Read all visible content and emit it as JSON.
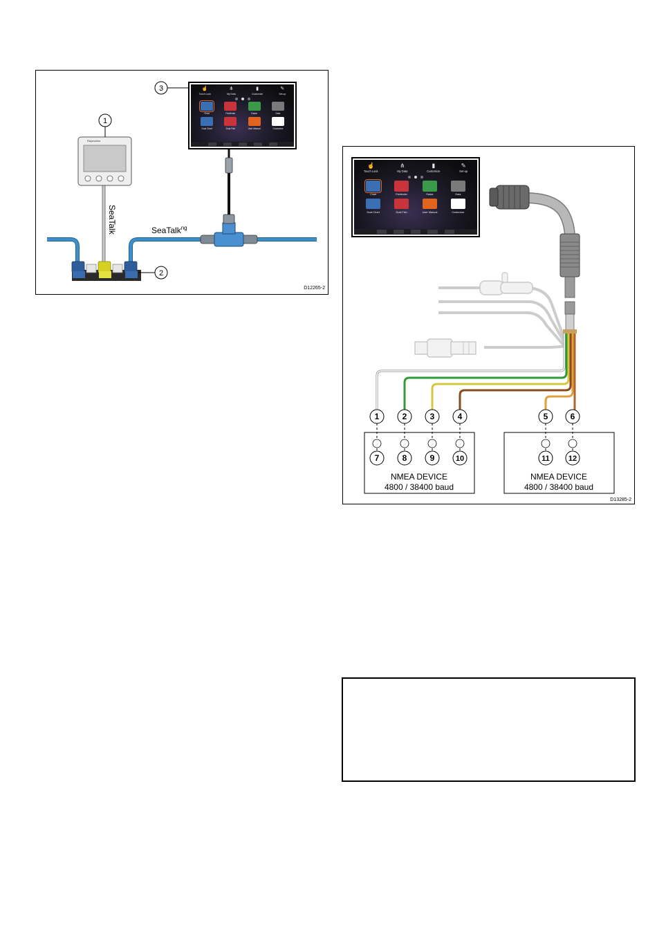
{
  "diagram1": {
    "callouts": [
      "1",
      "2",
      "3"
    ],
    "seatalk_label": "SeaTalk",
    "seatalkng_label": "SeaTalk",
    "seatalkng_sup": "ng",
    "instrument_brand": "Raymarine",
    "ref": "D12265-2"
  },
  "diagram2": {
    "wire_numbers": [
      "1",
      "2",
      "3",
      "4",
      "5",
      "6"
    ],
    "terminal_numbers": [
      "7",
      "8",
      "9",
      "10",
      "11",
      "12"
    ],
    "device1": {
      "title": "NMEA DEVICE",
      "baud": "4800 / 38400 baud"
    },
    "device2": {
      "title": "NMEA DEVICE",
      "baud": "4800 / 38400 baud"
    },
    "ref": "D13285-2",
    "wire_colors": {
      "white": "#d0d0d0",
      "green": "#2f9a3a",
      "yellow": "#d6c640",
      "brown": "#8a4a1e",
      "orange_white": "#e0a040",
      "orange_brown": "#b0652a",
      "grey_cable": "#b8b8b8"
    }
  },
  "display": {
    "top_items": [
      {
        "label": "Touch Lock",
        "icon": "hand-icon"
      },
      {
        "label": "My Data",
        "icon": "network-icon"
      },
      {
        "label": "Customize",
        "icon": "battery-icon"
      },
      {
        "label": "Set-up",
        "icon": "wrench-icon"
      }
    ],
    "apps": [
      {
        "label": "Chart",
        "color": "#3b6fb3",
        "selected": true
      },
      {
        "label": "Fishfinder",
        "color": "#c8343a"
      },
      {
        "label": "Radar",
        "color": "#3a9a4a"
      },
      {
        "label": "Data",
        "color": "#7a7a7a"
      },
      {
        "label": "Dual Chart",
        "color": "#3b6fb3"
      },
      {
        "label": "Dual Fish",
        "color": "#c8343a"
      },
      {
        "label": "User Manual",
        "color": "#e0641e"
      },
      {
        "label": "Customize",
        "color": "#ffffff"
      }
    ]
  },
  "colors": {
    "seatalkng_cable": "#3f8fc8",
    "seatalkng_cable_dark": "#1f5f90",
    "connector_blue": "#3060a0",
    "connector_yellow": "#d8d020",
    "selected_outline": "#e06a2a"
  }
}
